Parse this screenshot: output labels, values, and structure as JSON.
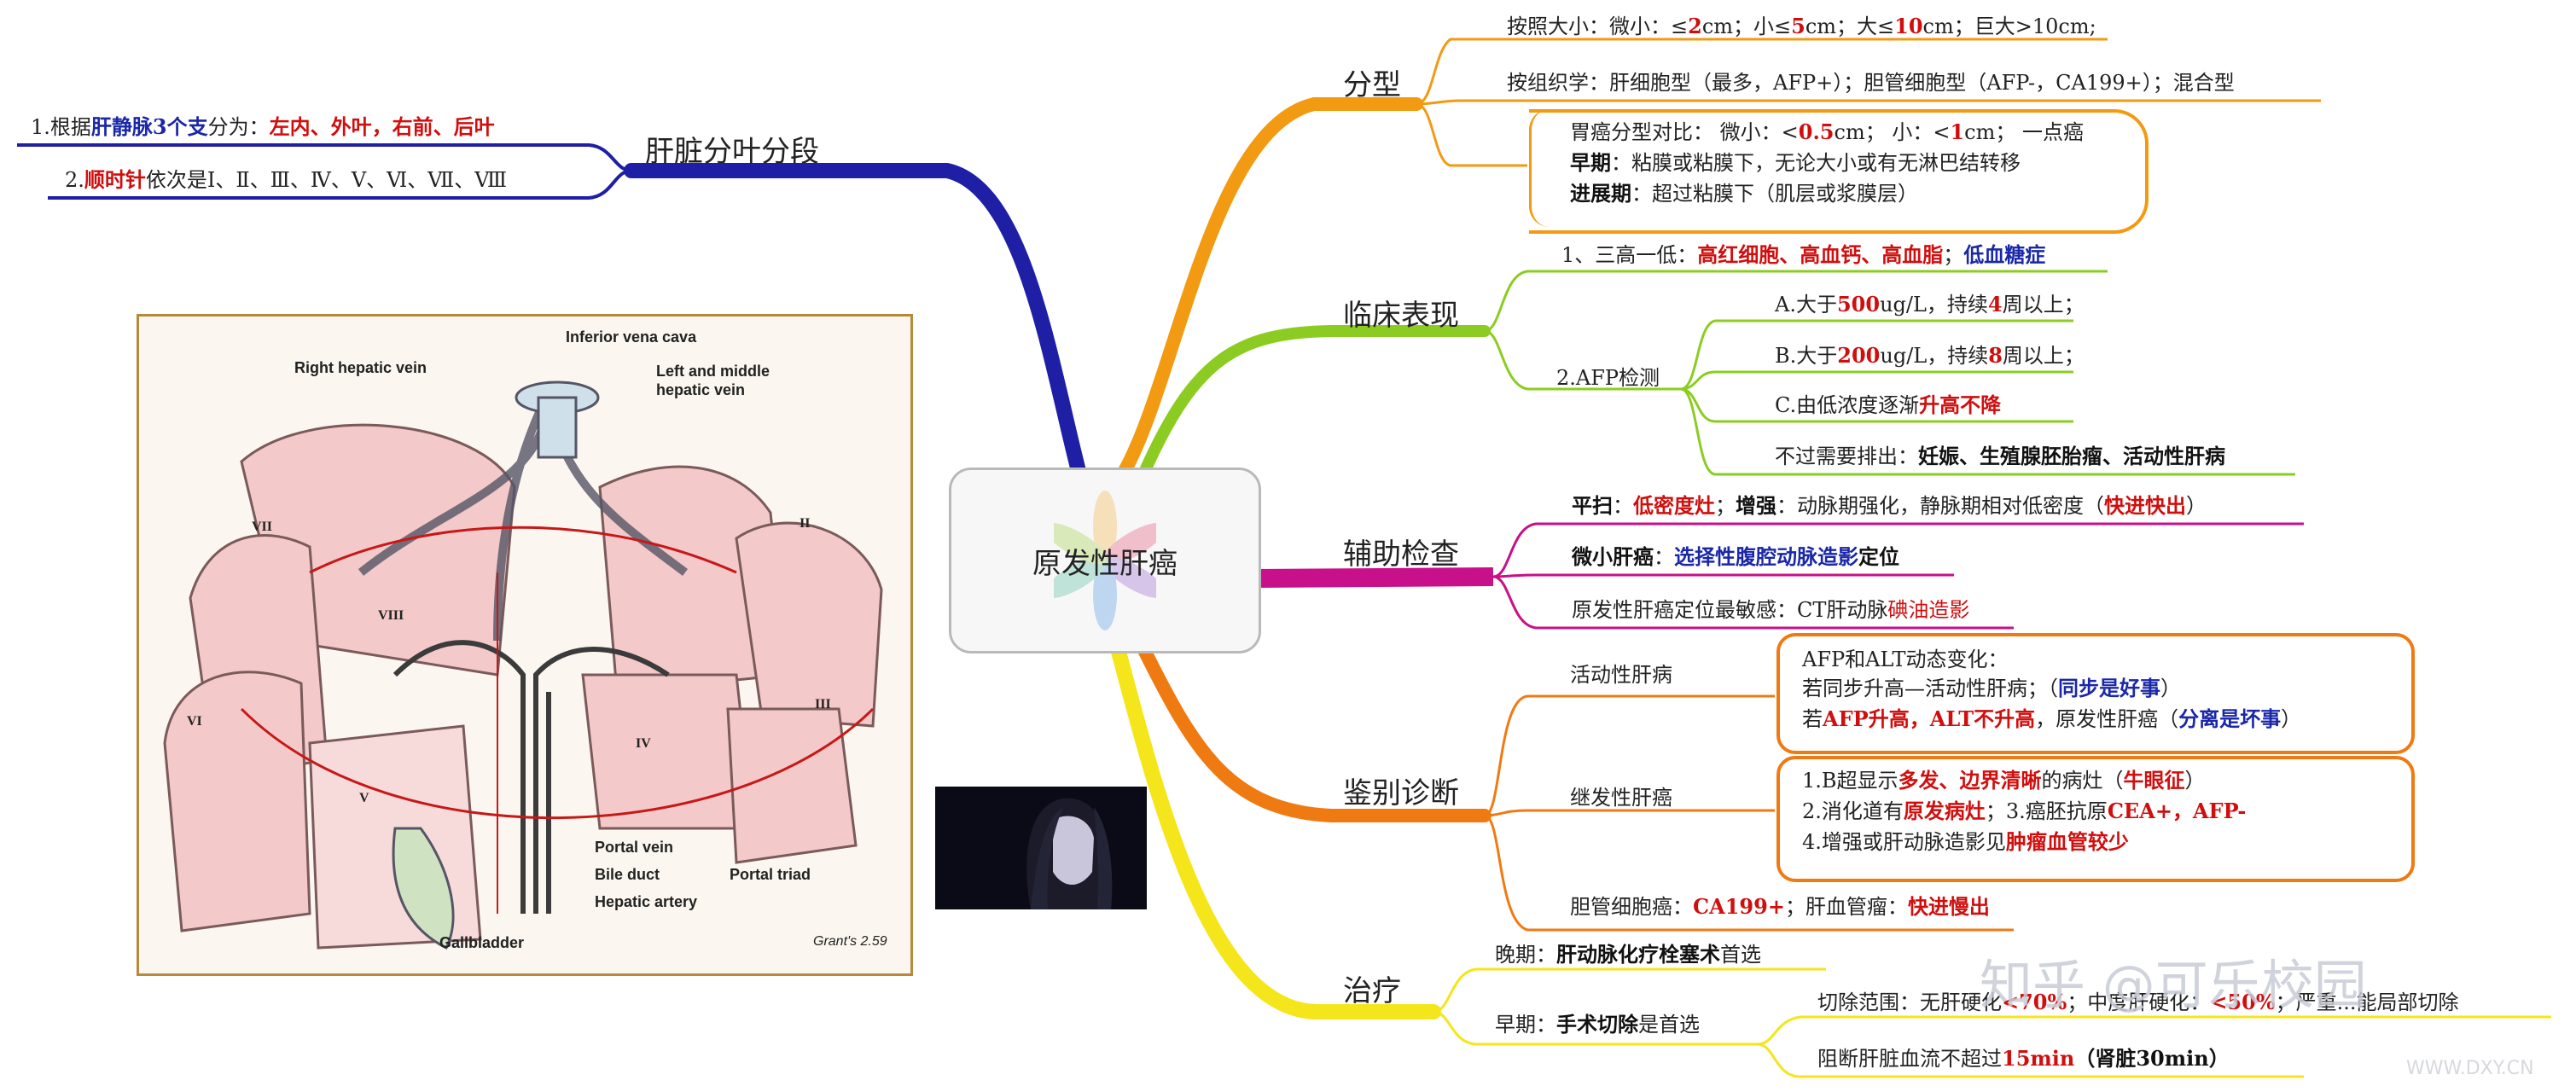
{
  "center": {
    "title": "原发性肝癌"
  },
  "liver_segments": {
    "title": "肝脏分叶分段",
    "line1": [
      "1.根据",
      "肝静脉3个支",
      "分为：",
      "左内、外叶，右前、后叶"
    ],
    "line2": [
      "2.",
      "顺时针",
      "依次是Ⅰ、Ⅱ、Ⅲ、Ⅳ、Ⅴ、Ⅵ、Ⅶ、Ⅷ"
    ]
  },
  "figure": {
    "labels": {
      "ivc": "Inferior vena cava",
      "rhv": "Right hepatic vein",
      "lmhv": "Left and middle\nhepatic vein",
      "pv": "Portal vein",
      "bd": "Bile duct",
      "ha": "Hepatic artery",
      "triad": "Portal triad",
      "gb": "Gallbladder",
      "credit": "Grant's 2.59",
      "seg1": "VII",
      "seg2": "VIII",
      "seg3": "VI",
      "seg4": "V",
      "seg5": "IV",
      "seg6": "III",
      "seg7": "II"
    }
  },
  "classification": {
    "title": "分型",
    "size": [
      "按照大小：微小：≤",
      "2",
      "cm；小≤",
      "5",
      "cm；大≤",
      "10",
      "cm；巨大>10cm;"
    ],
    "histology": "按组织学：肝细胞型（最多，AFP+）；胆管细胞型（AFP-，CA199+）；混合型",
    "gastric": {
      "l1": [
        "胃癌分型对比：  微小：<",
        "0.5",
        "cm；  小：<",
        "1",
        "cm；  一点癌"
      ],
      "l2": [
        "早期",
        "：粘膜或粘膜下，无论大小或有无淋巴结转移"
      ],
      "l3": [
        "进展期",
        "：超过粘膜下（肌层或浆膜层）"
      ]
    }
  },
  "clinical": {
    "title": "临床表现",
    "three_high": [
      "1、三高一低：",
      "高红细胞、高血钙、高血脂",
      "；",
      "低血糖症"
    ],
    "afp_label": "2.AFP检测",
    "a": [
      "A.大于",
      "500",
      "ug/L，持续",
      "4",
      "周以上；"
    ],
    "b": [
      "B.大于",
      "200",
      "ug/L，持续",
      "8",
      "周以上；"
    ],
    "c": [
      "C.由低浓度逐渐",
      "升高不降"
    ],
    "exclude": [
      "不过需要排出：",
      "妊娠、生殖腺胚胎瘤、活动性肝病"
    ]
  },
  "auxiliary": {
    "title": "辅助检查",
    "scan": [
      "平扫",
      "：",
      "低密度灶",
      "；",
      "增强",
      "：动脉期强化，静脉期相对低密度（",
      "快进快出",
      "）"
    ],
    "small": [
      "微小肝癌",
      "：",
      "选择性腹腔动脉造影",
      "定位"
    ],
    "sensitive": [
      "原发性肝癌定位最敏感：CT肝动脉",
      "碘油造影"
    ]
  },
  "differential": {
    "title": "鉴别诊断",
    "active_label": "活动性肝病",
    "active": {
      "l1": "AFP和ALT动态变化：",
      "l2": [
        "若同步升高—活动性肝病；（",
        "同步是好事",
        "）"
      ],
      "l3": [
        "若",
        "AFP升高，ALT不升高",
        "，原发性肝癌（",
        "分离是坏事",
        "）"
      ]
    },
    "secondary_label": "继发性肝癌",
    "secondary": {
      "l1": [
        "1.B超显示",
        "多发、边界清晰",
        "的病灶（",
        "牛眼征",
        "）"
      ],
      "l2": [
        "2.消化道有",
        "原发病灶",
        "；3.癌胚抗原",
        "CEA+，AFP-"
      ],
      "l3": [
        "4.增强或肝动脉造影见",
        "肿瘤血管较少"
      ]
    },
    "cholangio": [
      "胆管细胞癌：",
      "CA199+",
      "；肝血管瘤：",
      "快进慢出"
    ]
  },
  "treatment": {
    "title": "治疗",
    "late": [
      "晚期：",
      "肝动脉化疗栓塞术",
      "首选"
    ],
    "early": [
      "早期：",
      "手术切除",
      "是首选"
    ],
    "range": [
      "切除范围：无肝硬化",
      "<70%",
      "；中度肝硬化：",
      "<50%",
      "；严重...能局部切除"
    ],
    "block": [
      "阻断肝脏血流不超过",
      "15min",
      "（",
      "肾脏30min",
      "）"
    ]
  },
  "watermark": {
    "brand": "知乎 @可乐校园",
    "site": "WWW.DXY.CN"
  },
  "colors": {
    "blue_branch": "#1f1fa6",
    "orange_branch": "#f29a12",
    "green_branch": "#8ccc22",
    "magenta_branch": "#c8108a",
    "darkorange_branch": "#f07a12",
    "yellow_branch": "#f4e61a",
    "red_text": "#d10e0e",
    "blue_text": "#1a27a8"
  }
}
